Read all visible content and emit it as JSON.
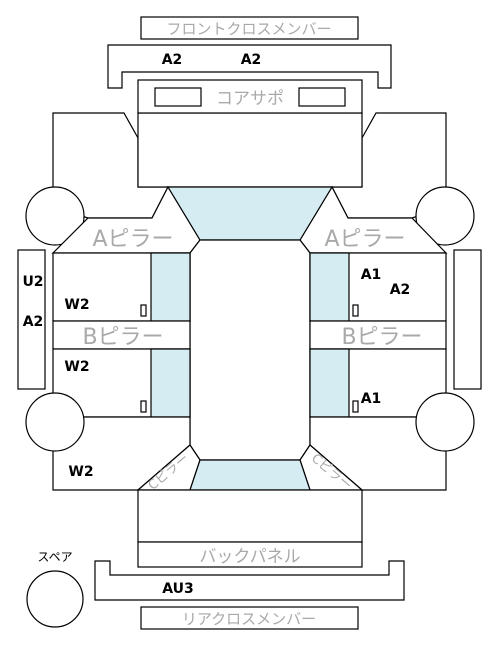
{
  "labels": {
    "front_cross_member": "フロントクロスメンバー",
    "core_support": "コアサポ",
    "a_pillar": "Aピラー",
    "b_pillar": "Bピラー",
    "c_pillar": "Cピラー",
    "back_panel": "バックパネル",
    "rear_cross_member": "リアクロスメンバー",
    "spare": "スペア"
  },
  "codes": {
    "front_cross_left": "A2",
    "front_cross_right": "A2",
    "left_side_u": "U2",
    "left_side_a": "A2",
    "left_front_door": "W2",
    "left_rear_door": "W2",
    "left_rear_quarter": "W2",
    "right_front_door_1": "A1",
    "right_front_door_2": "A2",
    "right_rear_door": "A1",
    "rear_cross": "AU3"
  },
  "colors": {
    "glass": "#d6ecf3",
    "outline": "#000000",
    "label_gray": "#a9a9a9"
  }
}
